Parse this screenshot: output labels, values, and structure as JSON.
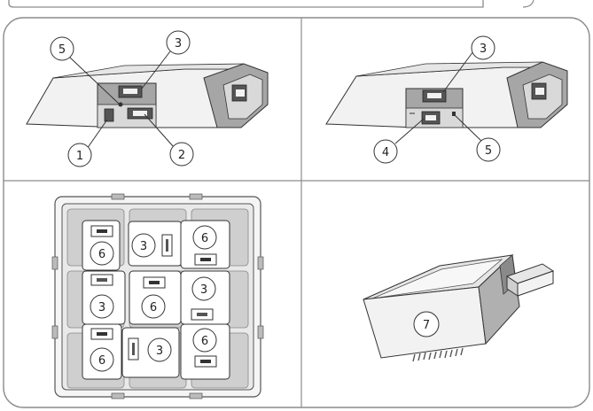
{
  "colors": {
    "frame_stroke": "#8c8c8c",
    "part_light": "#f2f2f2",
    "part_mid": "#d9d9d9",
    "part_dark": "#a6a6a6",
    "part_darkest": "#555555",
    "outline": "#333333"
  },
  "panels": {
    "top_left": {
      "callouts": [
        {
          "id": "tl-5",
          "label": "5"
        },
        {
          "id": "tl-3",
          "label": "3"
        },
        {
          "id": "tl-1",
          "label": "1"
        },
        {
          "id": "tl-2",
          "label": "2"
        }
      ]
    },
    "top_right": {
      "callouts": [
        {
          "id": "tr-3",
          "label": "3"
        },
        {
          "id": "tr-4",
          "label": "4"
        },
        {
          "id": "tr-5",
          "label": "5"
        }
      ]
    },
    "bottom_left": {
      "cells": [
        {
          "id": "c1",
          "labels": [
            "6"
          ]
        },
        {
          "id": "c2",
          "labels": [
            "3"
          ]
        },
        {
          "id": "c3",
          "labels": [
            "6"
          ]
        },
        {
          "id": "c4",
          "labels": [
            "3"
          ]
        },
        {
          "id": "c5",
          "labels": [
            "6"
          ]
        },
        {
          "id": "c6",
          "labels": [
            "3"
          ]
        },
        {
          "id": "c7",
          "labels": [
            "6"
          ]
        },
        {
          "id": "c8",
          "labels": [
            "3"
          ]
        },
        {
          "id": "c9",
          "labels": [
            "6"
          ]
        }
      ]
    },
    "bottom_right": {
      "callouts": [
        {
          "id": "br-7",
          "label": "7"
        }
      ]
    }
  }
}
